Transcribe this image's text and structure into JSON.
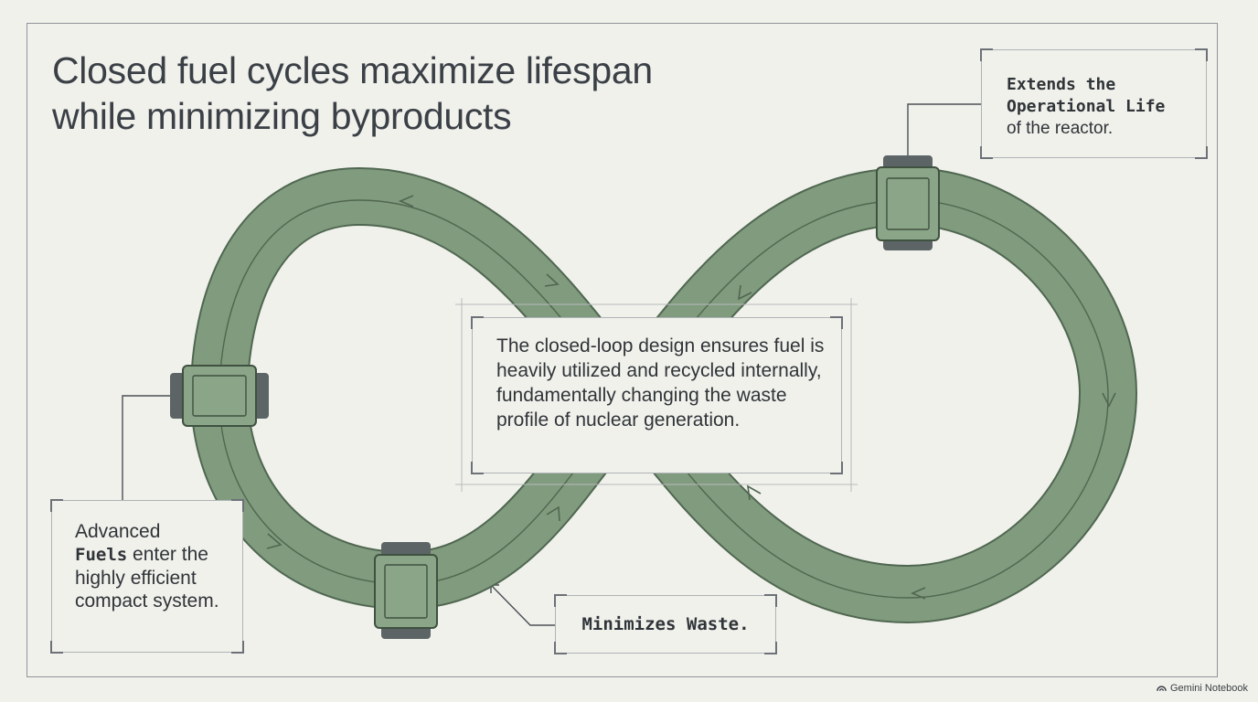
{
  "title_lines": [
    "Closed fuel cycles maximize lifespan",
    "while minimizing byproducts"
  ],
  "callouts": {
    "operational_life": {
      "line1_mono": "Extends the",
      "line2_mono": "Operational Life",
      "line3": "of the reactor."
    },
    "center": {
      "text": "The closed-loop design ensures fuel is heavily utilized and recycled internally, fundamentally changing the waste profile of nuclear generation."
    },
    "fuels": {
      "line1": "Advanced",
      "bold_mono": "Fuels",
      "line2_rest": " enter the",
      "line3": "highly efficient compact system."
    },
    "waste": {
      "text": "Minimizes Waste."
    }
  },
  "footer": {
    "label": "Gemini Notebook"
  },
  "colors": {
    "loop_fill": "#819b7e",
    "loop_stroke": "#4f6750",
    "module_fill": "#8aa587",
    "module_cap": "#5c6466",
    "background": "#f1f1ec"
  }
}
